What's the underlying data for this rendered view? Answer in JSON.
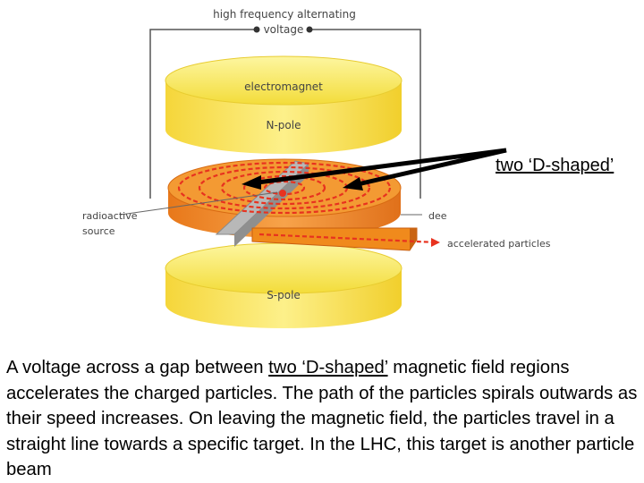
{
  "labels": {
    "voltage_line1": "high frequency alternating",
    "voltage_line2": "voltage",
    "electromagnet": "electromagnet",
    "n_pole": "N-pole",
    "s_pole": "S-pole",
    "radioactive_line1": "radioactive",
    "radioactive_line2": "source",
    "dee": "dee",
    "accelerated": "accelerated particles",
    "two_d_shaped": "two ‘D-shaped’"
  },
  "caption": {
    "part1": "A voltage across a gap between ",
    "underlined": "two ‘D-shaped’",
    "part2": " magnetic field regions accelerates the charged particles. The path of the particles spirals outwards as their speed increases. On leaving the magnetic field, the particles travel in a straight line towards a specific target. In the LHC, this target is another particle beam"
  },
  "colors": {
    "magnet_yellow": "#f6e24a",
    "dee_orange": "#f08a1c",
    "spiral_red": "#e8321f",
    "gap_grey": "#a9a9a9",
    "wire_grey": "#555555"
  }
}
